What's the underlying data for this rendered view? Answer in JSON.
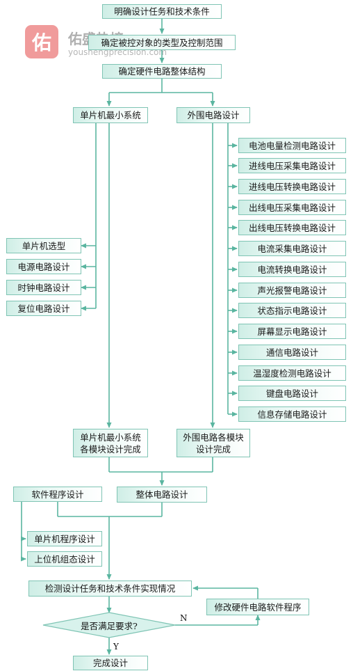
{
  "watermark": {
    "logo_char": "佑",
    "name": "佑盛热榜",
    "url": "youshengprecision.com"
  },
  "steps": {
    "s1": "明确设计任务和技术条件",
    "s2": "确定被控对象的类型及控制范围",
    "s3": "确定硬件电路整体结构"
  },
  "mcu": {
    "title": "单片机最小系统",
    "items": [
      "单片机选型",
      "电源电路设计",
      "时钟电路设计",
      "复位电路设计"
    ],
    "done_line1": "单片机最小系统",
    "done_line2": "各模块设计完成"
  },
  "periph": {
    "title": "外围电路设计",
    "items": [
      "电池电量检测电路设计",
      "进线电压采集电路设计",
      "进线电压转换电路设计",
      "出线电压采集电路设计",
      "出线电压转换电路设计",
      "电流采集电路设计",
      "电流转换电路设计",
      "声光报警电路设计",
      "状态指示电路设计",
      "屏幕显示电路设计",
      "通信电路设计",
      "温湿度检测电路设计",
      "键盘电路设计",
      "信息存储电路设计"
    ],
    "done_line1": "外围电路各模块",
    "done_line2": "设计完成"
  },
  "software": {
    "title": "软件程序设计",
    "items": [
      "单片机程序设计",
      "上位机组态设计"
    ]
  },
  "overall": "整体电路设计",
  "check": "检测设计任务和技术条件实现情况",
  "modify": "修改硬件电路软件程序",
  "decision": "是否满足要求?",
  "label_no": "N",
  "label_yes": "Y",
  "finish": "完成设计"
}
